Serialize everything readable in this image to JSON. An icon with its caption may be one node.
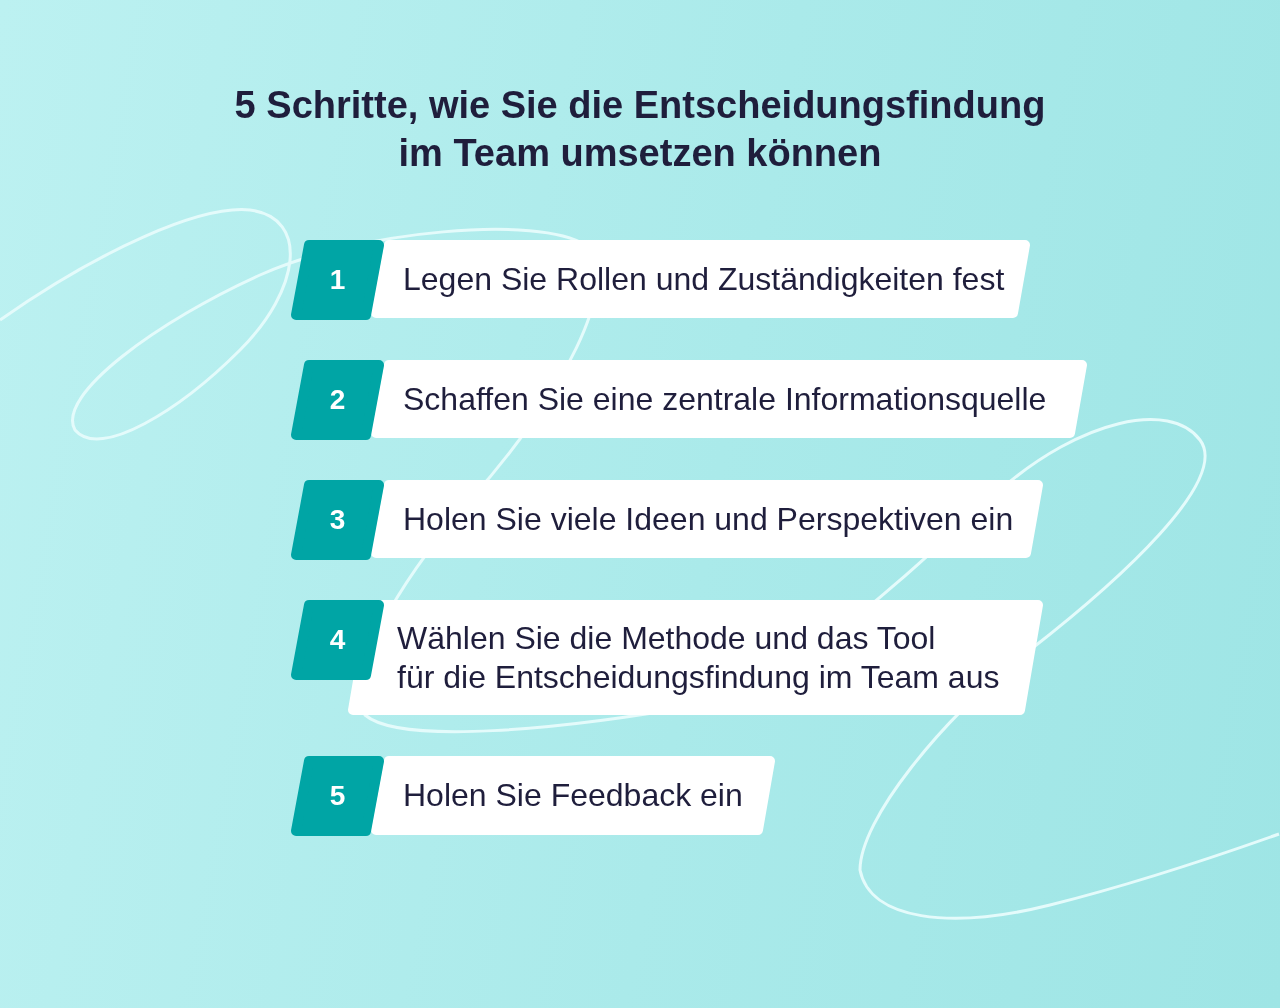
{
  "diagram": {
    "title": "5 Schritte, wie Sie die Entscheidungsfindung im Team umsetzen können",
    "nodes": [
      {
        "text": [
          "1"
        ]
      },
      {
        "text": [
          "Legen Sie Rollen und Zuständigkeiten fest"
        ]
      },
      {
        "text": [
          "2"
        ]
      },
      {
        "text": [
          "Schaffen Sie eine zentrale Informationsquelle"
        ]
      },
      {
        "text": [
          "3"
        ]
      },
      {
        "text": [
          "Holen Sie viele Ideen und Perspektiven ein"
        ]
      },
      {
        "text": [
          "4"
        ]
      },
      {
        "text": [
          "Wählen Sie die Methode und das Tool für die Entscheidungsfindung im Team aus"
        ]
      },
      {
        "text": [
          "5"
        ]
      },
      {
        "text": [
          "Holen Sie Feedback ein"
        ]
      }
    ]
  }
}
